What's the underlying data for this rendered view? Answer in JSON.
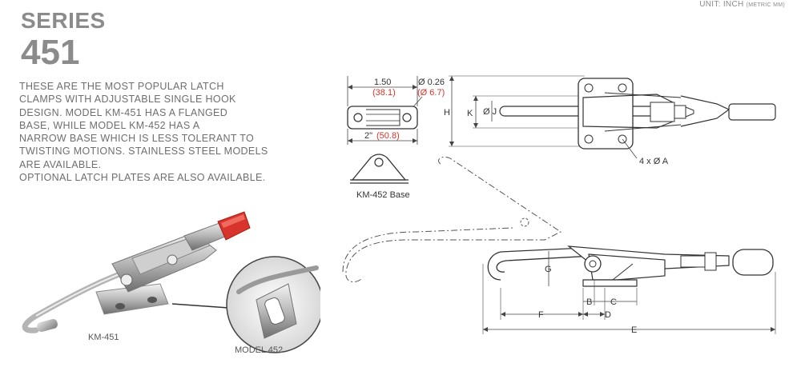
{
  "header": {
    "unit_main": "UNIT: INCH",
    "unit_sub": "(METRIC MM)",
    "series_label": "SERIES",
    "series_number": "451"
  },
  "description": {
    "lines": [
      "THESE ARE THE MOST POPULAR LATCH",
      "CLAMPS WITH ADJUSTABLE SINGLE HOOK",
      "DESIGN. MODEL KM-451 HAS A FLANGED",
      "BASE, WHILE MODEL KM-452 HAS A",
      "NARROW BASE WHICH IS LESS TOLERANT TO",
      "TWISTING MOTIONS. STAINLESS STEEL MODELS",
      "ARE AVAILABLE.",
      "OPTIONAL LATCH PLATES ARE ALSO AVAILABLE."
    ]
  },
  "photo_labels": {
    "main_model": "KM-451",
    "inset_model": "MODEL 452"
  },
  "base_drawing": {
    "width_in": "1.50",
    "width_mm": "(38.1)",
    "hole_in": "Ø 0.26",
    "hole_mm": "(Ø 6.7)",
    "spacing_in": "2\"",
    "spacing_mm": "(50.8)",
    "km452_label": "KM-452 Base"
  },
  "top_view": {
    "dim_h": "H",
    "dim_k": "K",
    "dim_j": "Ø J",
    "holes": "4 x Ø A"
  },
  "side_view": {
    "dim_g": "G",
    "dim_b": "B",
    "dim_c": "C",
    "dim_f": "F",
    "dim_d": "D",
    "dim_e": "E"
  },
  "colors": {
    "accent_red": "#d9342b",
    "text_gray": "#8b8b8b",
    "line": "#333333"
  }
}
